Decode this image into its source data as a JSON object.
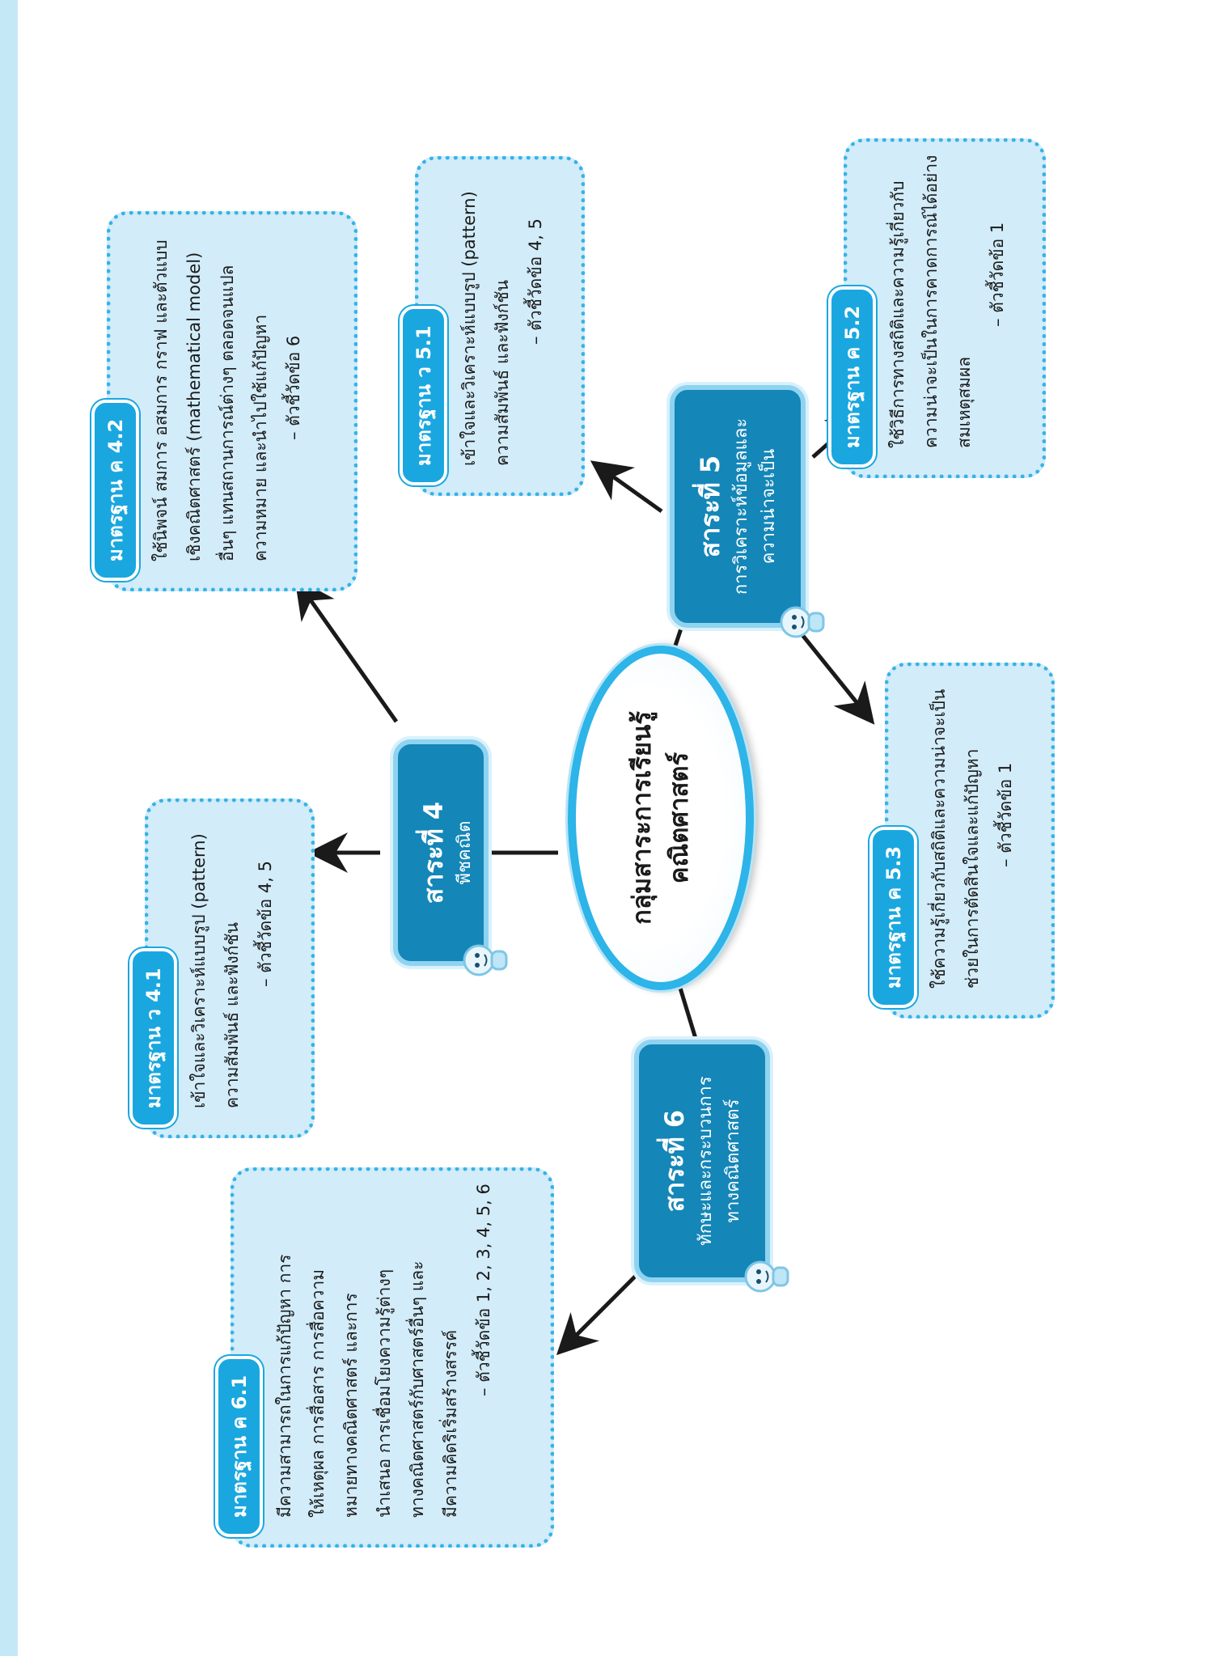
{
  "center": {
    "line1": "กลุ่มสาระการเรียนรู้",
    "line2": "คณิตศาสตร์"
  },
  "strands": {
    "s4": {
      "title": "สาระที่ 4",
      "sub1": "พีชคณิต",
      "sub2": ""
    },
    "s5": {
      "title": "สาระที่ 5",
      "sub1": "การวิเคราะห์ข้อมูลและ",
      "sub2": "ความน่าจะเป็น"
    },
    "s6": {
      "title": "สาระที่ 6",
      "sub1": "ทักษะและกระบวนการ",
      "sub2": "ทางคณิตศาสตร์"
    }
  },
  "standards": {
    "s41": {
      "badge": "มาตรฐาน ว 4.1",
      "lines": [
        "เข้าใจและวิเคราะห์แบบรูป (pattern)",
        "ความสัมพันธ์ และฟังก์ชัน"
      ],
      "indicator": "– ตัวชี้วัดข้อ 4, 5"
    },
    "s42": {
      "badge": "มาตรฐาน ค 4.2",
      "lines": [
        "ใช้นิพจน์ สมการ อสมการ กราฟ และตัวแบบ",
        "เชิงคณิตศาสตร์ (mathematical model)",
        "อื่นๆ แทนสถานการณ์ต่างๆ ตลอดจนแปล",
        "ความหมาย และนำไปใช้แก้ปัญหา"
      ],
      "indicator": "– ตัวชี้วัดข้อ 6"
    },
    "s51": {
      "badge": "มาตรฐาน ว 5.1",
      "lines": [
        "เข้าใจและวิเคราะห์แบบรูป (pattern)",
        "ความสัมพันธ์ และฟังก์ชัน"
      ],
      "indicator": "– ตัวชี้วัดข้อ 4, 5"
    },
    "s52": {
      "badge": "มาตรฐาน ค 5.2",
      "lines": [
        "ใช้วิธีการทางสถิติและความรู้เกี่ยวกับ",
        "ความน่าจะเป็นในการคาดการณ์ได้อย่าง",
        "สมเหตุสมผล"
      ],
      "indicator": "– ตัวชี้วัดข้อ 1"
    },
    "s53": {
      "badge": "มาตรฐาน ค 5.3",
      "lines": [
        "ใช้ความรู้เกี่ยวกับสถิติและความน่าจะเป็น",
        "ช่วยในการตัดสินใจและแก้ปัญหา"
      ],
      "indicator": "– ตัวชี้วัดข้อ 1"
    },
    "s61": {
      "badge": "มาตรฐาน ค 6.1",
      "lines": [
        "มีความสามารถในการแก้ปัญหา การ",
        "ให้เหตุผล การสื่อสาร การสื่อความ",
        "หมายทางคณิตศาสตร์ และการ",
        "นำเสนอ การเชื่อมโยงความรู้ต่างๆ",
        "ทางคณิตศาสตร์กับศาสตร์อื่นๆ และ",
        "มีความคิดริเริ่มสร้างสรรค์"
      ],
      "indicator": "– ตัวชี้วัดข้อ 1, 2, 3, 4, 5, 6"
    }
  },
  "colors": {
    "strand_fill": "#1486b8",
    "standard_fill": "#d2ecf9",
    "dotted_border": "#36b3e6",
    "badge_fill": "#1aa7e0",
    "center_ring": "#2db4e8",
    "left_band": "#c5e8f7"
  }
}
